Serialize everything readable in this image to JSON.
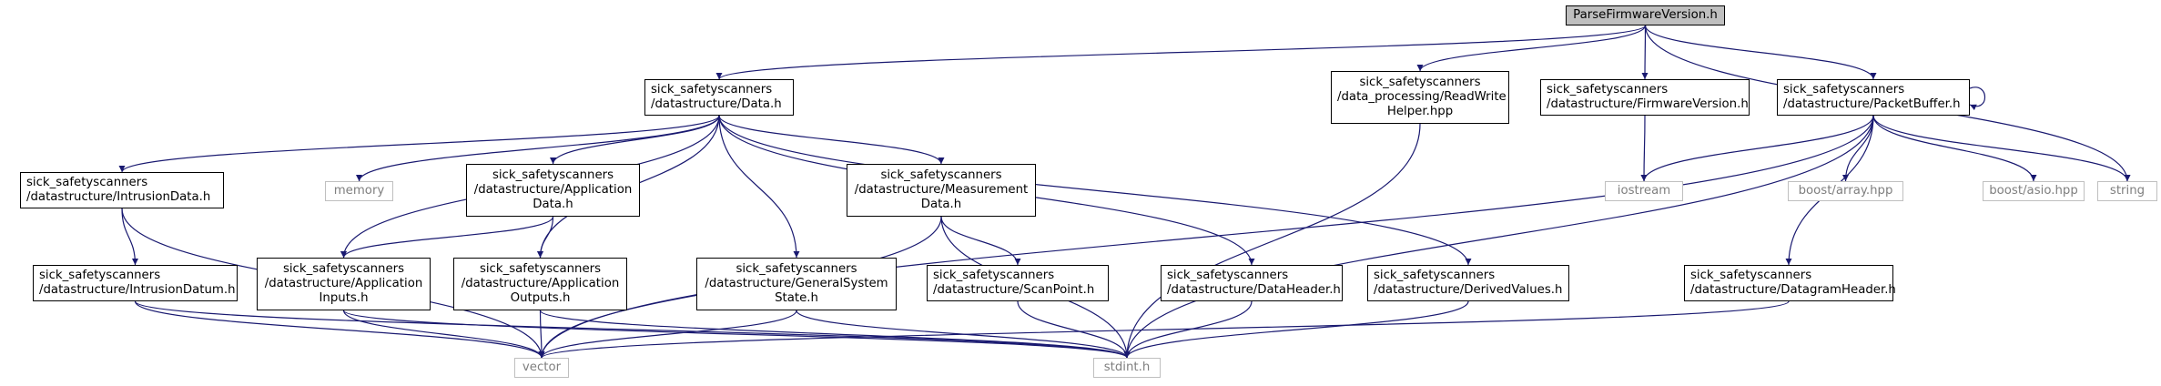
{
  "nodes": {
    "root": [
      "ParseFirmwareVersion.h"
    ],
    "data": [
      "sick_safetyscanners",
      "/datastructure/Data.h"
    ],
    "rw": [
      "sick_safetyscanners",
      "/data_processing/ReadWrite",
      "Helper.hpp"
    ],
    "fw": [
      "sick_safetyscanners",
      "/datastructure/FirmwareVersion.h"
    ],
    "pb": [
      "sick_safetyscanners",
      "/datastructure/PacketBuffer.h"
    ],
    "intr": [
      "sick_safetyscanners",
      "/datastructure/IntrusionData.h"
    ],
    "mem": [
      "memory"
    ],
    "appdata": [
      "sick_safetyscanners",
      "/datastructure/Application",
      "Data.h"
    ],
    "meas": [
      "sick_safetyscanners",
      "/datastructure/Measurement",
      "Data.h"
    ],
    "ios": [
      "iostream"
    ],
    "arr": [
      "boost/array.hpp"
    ],
    "asio": [
      "boost/asio.hpp"
    ],
    "str": [
      "string"
    ],
    "idat": [
      "sick_safetyscanners",
      "/datastructure/IntrusionDatum.h"
    ],
    "appin": [
      "sick_safetyscanners",
      "/datastructure/Application",
      "Inputs.h"
    ],
    "appout": [
      "sick_safetyscanners",
      "/datastructure/Application",
      "Outputs.h"
    ],
    "gss": [
      "sick_safetyscanners",
      "/datastructure/GeneralSystem",
      "State.h"
    ],
    "sp": [
      "sick_safetyscanners",
      "/datastructure/ScanPoint.h"
    ],
    "dh": [
      "sick_safetyscanners",
      "/datastructure/DataHeader.h"
    ],
    "dv": [
      "sick_safetyscanners",
      "/datastructure/DerivedValues.h"
    ],
    "dg": [
      "sick_safetyscanners",
      "/datastructure/DatagramHeader.h"
    ],
    "vec": [
      "vector"
    ],
    "std": [
      "stdint.h"
    ]
  },
  "edge_list": [
    [
      "root",
      "data"
    ],
    [
      "root",
      "rw"
    ],
    [
      "root",
      "fw"
    ],
    [
      "root",
      "pb"
    ],
    [
      "root",
      "str"
    ],
    [
      "data",
      "intr"
    ],
    [
      "data",
      "mem"
    ],
    [
      "data",
      "appin"
    ],
    [
      "data",
      "appdata"
    ],
    [
      "data",
      "appout"
    ],
    [
      "data",
      "gss"
    ],
    [
      "data",
      "meas"
    ],
    [
      "data",
      "dh"
    ],
    [
      "data",
      "dv"
    ],
    [
      "rw",
      "std"
    ],
    [
      "fw",
      "ios"
    ],
    [
      "pb",
      "ios"
    ],
    [
      "pb",
      "arr"
    ],
    [
      "pb",
      "asio"
    ],
    [
      "pb",
      "str"
    ],
    [
      "pb",
      "dg"
    ],
    [
      "pb",
      "vec"
    ],
    [
      "pb",
      "std"
    ],
    [
      "pb",
      "pb"
    ],
    [
      "intr",
      "idat"
    ],
    [
      "intr",
      "vec"
    ],
    [
      "idat",
      "vec"
    ],
    [
      "idat",
      "std"
    ],
    [
      "appdata",
      "appin"
    ],
    [
      "appdata",
      "appout"
    ],
    [
      "meas",
      "vec"
    ],
    [
      "meas",
      "sp"
    ],
    [
      "meas",
      "std"
    ],
    [
      "appin",
      "vec"
    ],
    [
      "appin",
      "std"
    ],
    [
      "appout",
      "vec"
    ],
    [
      "appout",
      "std"
    ],
    [
      "gss",
      "vec"
    ],
    [
      "gss",
      "std"
    ],
    [
      "sp",
      "std"
    ],
    [
      "dh",
      "std"
    ],
    [
      "dv",
      "std"
    ],
    [
      "dg",
      "vec"
    ]
  ],
  "colors": {
    "edge": "#191970",
    "node_border": "#000000",
    "ext_border": "#bfbfbf",
    "ext_text": "#7f7f7f",
    "root_fill": "#bfbfbf"
  }
}
